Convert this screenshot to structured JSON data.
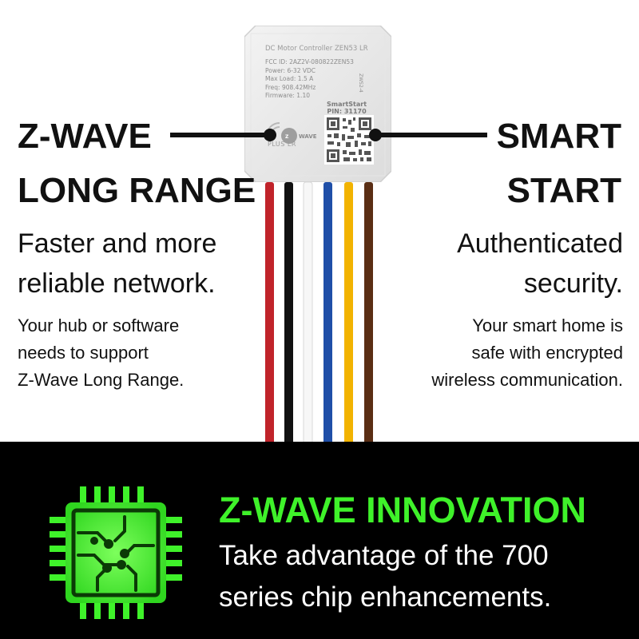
{
  "device": {
    "model_line": "DC Motor Controller ZEN53 LR",
    "specs": [
      "FCC ID: 2AZ2V-080822ZEN53",
      "Power: 6-32 VDC",
      "Max Load: 1.5 A",
      "Freq: 908.42MHz",
      "Firmware: 1.10"
    ],
    "side_code": "ZWS2-4",
    "smartstart_label": "SmartStart",
    "pin_label": "PIN: 31170",
    "badge_logo_text": "Z-WAVE",
    "badge_sub": "PLUS LR",
    "wire_colors": [
      "#c0232a",
      "#111111",
      "#f4f4f4",
      "#1f4fa8",
      "#f2b300",
      "#5a2e14"
    ]
  },
  "left_callout": {
    "heading_lines": [
      "Z-WAVE",
      "LONG RANGE"
    ],
    "lead_lines": [
      "Faster and more",
      "reliable network."
    ],
    "desc_lines": [
      "Your hub or software",
      "needs to support",
      "Z-Wave Long Range."
    ]
  },
  "right_callout": {
    "heading_lines": [
      "SMART",
      "START"
    ],
    "lead_lines": [
      "Authenticated",
      "security."
    ],
    "desc_lines": [
      "Your smart home is",
      "safe with encrypted",
      "wireless communication."
    ]
  },
  "banner": {
    "title": "Z-WAVE INNOVATION",
    "body_lines": [
      "Take advantage of the 700",
      "series chip enhancements."
    ],
    "chip_icon": "circuit-chip-icon",
    "accent_color": "#3ff22a",
    "background_color": "#000000"
  }
}
